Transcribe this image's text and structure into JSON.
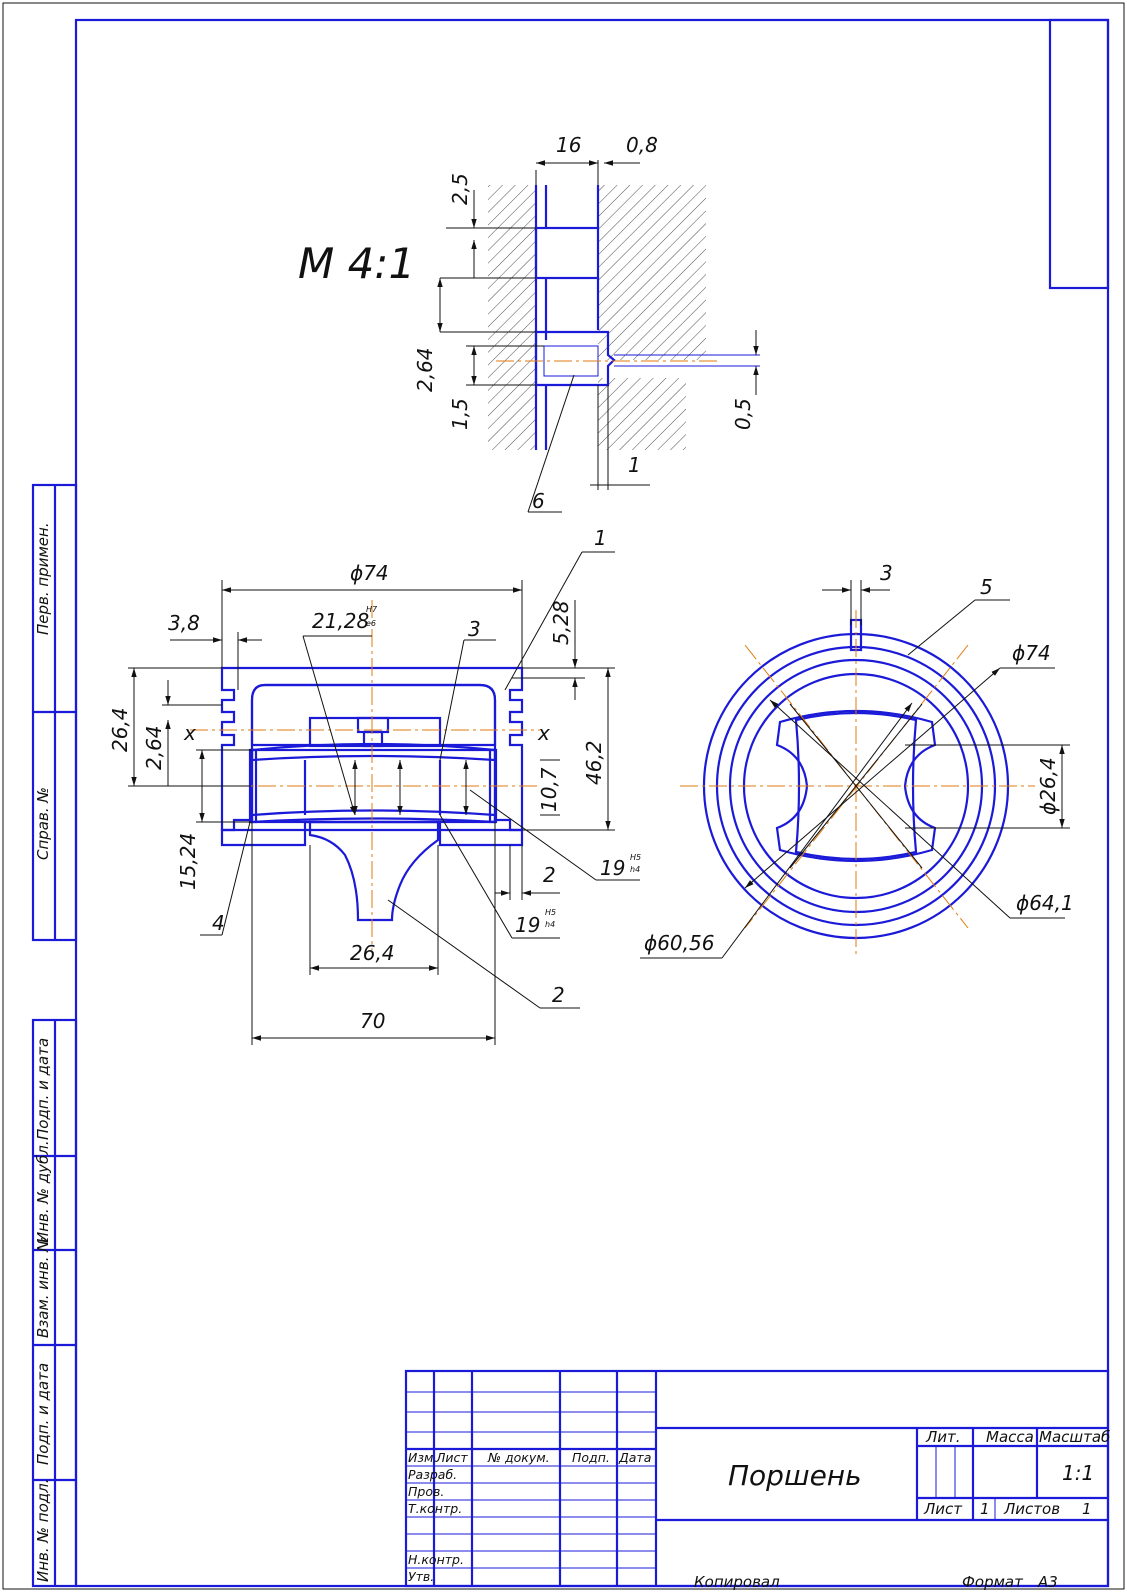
{
  "scale_label": "M 4:1",
  "detail_dims": {
    "d16": "16",
    "d08": "0,8",
    "d25": "2,5",
    "d264": "2,64",
    "d15": "1,5",
    "d05": "0,5",
    "d1": "1",
    "leader6": "6"
  },
  "main_dims": {
    "dia74": "ϕ74",
    "d38": "3,8",
    "d2128": "21,28",
    "fit_h7": "H7",
    "fit_e6": "e6",
    "d528": "5,28",
    "d264a": "26,4",
    "d264b": "2,64",
    "d1524": "15,24",
    "d107": "10,7",
    "d462": "46,2",
    "d19a": "19",
    "d19b": "19",
    "fit_h5": "H5",
    "fit_h4": "h4",
    "d2": "2",
    "d264c": "26,4",
    "d70": "70",
    "x_left": "x",
    "x_right": "x",
    "leader1": "1",
    "leader2": "2",
    "leader3": "3",
    "leader4": "4"
  },
  "round_dims": {
    "d3": "3",
    "dia74": "ϕ74",
    "dia264": "ϕ26,4",
    "dia641": "ϕ64,1",
    "dia6056": "ϕ60,56",
    "leader5": "5"
  },
  "side_labels": [
    "Перв. примен.",
    "Справ. №",
    "Подп. и дата",
    "Инв. № дубл.",
    "Взам. инв. №",
    "Подп. и дата",
    "Инв. № подл."
  ],
  "title_block": {
    "col_izm": "Изм.",
    "col_list": "Лист",
    "col_doc": "№ докум.",
    "col_podp": "Подп.",
    "col_data": "Дата",
    "row_razrab": "Разраб.",
    "row_prov": "Пров.",
    "row_tkontr": "Т.контр.",
    "row_nkontr": "Н.контр.",
    "row_utv": "Утв.",
    "name": "Поршень",
    "lit": "Лит.",
    "massa": "Масса",
    "masshtab": "Масштаб",
    "scale_value": "1:1",
    "sheet_label": "Лист",
    "sheet_value": "1",
    "sheets_label": "Листов",
    "sheets_value": "1"
  },
  "footer": {
    "copied": "Копировал",
    "format_label": "Формат",
    "format_value": "А3"
  },
  "colors": {
    "outline": "#1a1ad8",
    "centerline": "#e07a10",
    "dimension": "#111111"
  }
}
